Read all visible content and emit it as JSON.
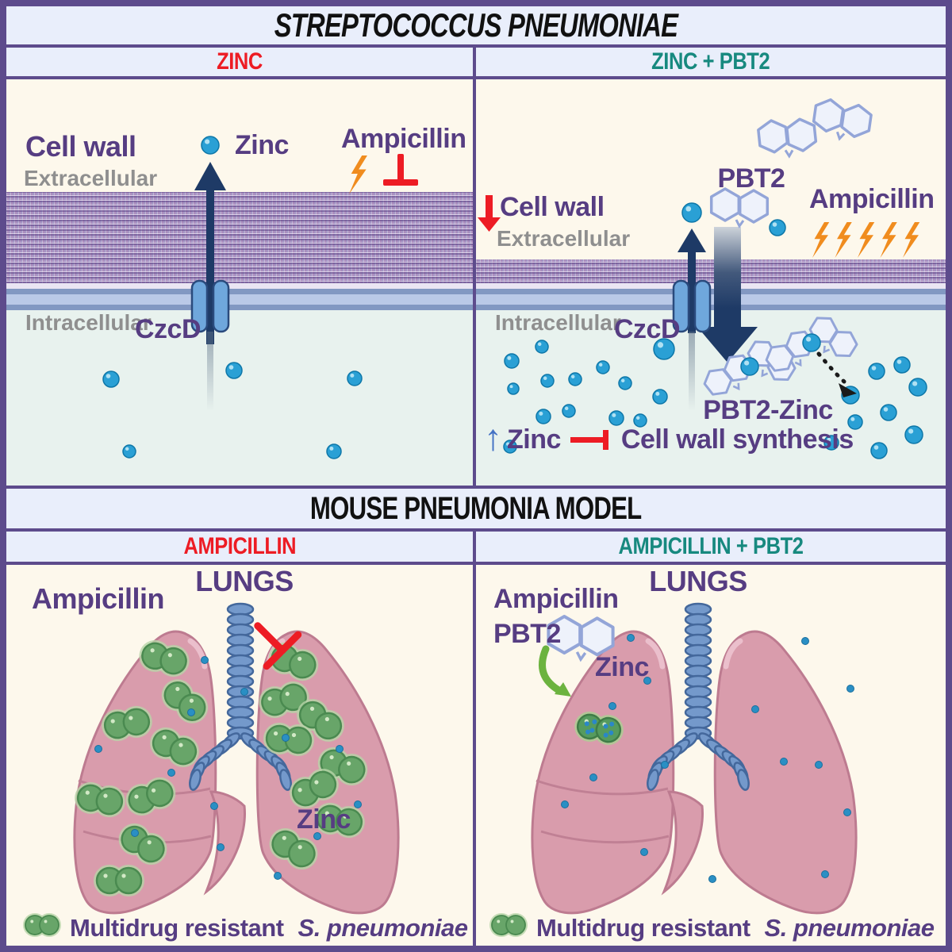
{
  "colors": {
    "border": "#5d4b8c",
    "header_bg": "#e9eefb",
    "red": "#ed1c24",
    "teal": "#17897f",
    "purple_text": "#563d82",
    "gray_text": "#8f8f8f",
    "cream": "#fdf8ec",
    "mint": "#e8f2ee",
    "navy_arrow": "#1e3a66",
    "zinc_blue": "#2aa0d5",
    "hexagon": "#93a5d8",
    "lightning_orange": "#f08c1e",
    "lung_pink": "#d99cac",
    "coccus_green": "#68a569",
    "green_arrow": "#6cb33f",
    "blue_up_arrow": "#4472c4"
  },
  "title": "STREPTOCOCCUS PNEUMONIAE",
  "middle_title": "MOUSE PNEUMONIA MODEL",
  "top": {
    "left": {
      "header": "ZINC",
      "cell_wall": "Cell wall",
      "extracellular": "Extracellular",
      "zinc": "Zinc",
      "ampicillin": "Ampicillin",
      "intracellular": "Intracellular",
      "czcd": "CzcD",
      "bolt_count": 1,
      "label_dot": [
        257,
        83,
        11
      ],
      "zinc_dots": [
        [
          132,
          378,
          10
        ],
        [
          287,
          367,
          10
        ],
        [
          439,
          377,
          9
        ],
        [
          155,
          469,
          8
        ],
        [
          413,
          469,
          9
        ]
      ]
    },
    "right": {
      "header": "ZINC + PBT2",
      "cell_wall": "Cell wall",
      "extracellular": "Extracellular",
      "pbt2": "PBT2",
      "ampicillin": "Ampicillin",
      "intracellular": "Intracellular",
      "czcd": "CzcD",
      "pbt2_zinc": "PBT2-Zinc",
      "formula_up": "↑",
      "formula_zinc": "Zinc",
      "formula_target": "Cell wall synthesis",
      "bolt_count": 5,
      "extra_dots": [
        [
          272,
          168,
          12
        ],
        [
          380,
          187,
          10
        ]
      ],
      "hexpairs": [
        [
          392,
          70,
          1,
          -6
        ],
        [
          462,
          48,
          1,
          8
        ],
        [
          332,
          158,
          1,
          0
        ]
      ],
      "complexes": [
        [
          345,
          362
        ],
        [
          423,
          332
        ]
      ],
      "zinc_dots": [
        [
          45,
          355,
          9
        ],
        [
          83,
          337,
          8
        ],
        [
          47,
          390,
          7
        ],
        [
          90,
          380,
          8
        ],
        [
          125,
          378,
          8
        ],
        [
          160,
          363,
          8
        ],
        [
          188,
          383,
          8
        ],
        [
          237,
          340,
          13
        ],
        [
          232,
          400,
          9
        ],
        [
          177,
          427,
          9
        ],
        [
          207,
          430,
          8
        ],
        [
          85,
          425,
          9
        ],
        [
          117,
          418,
          8
        ],
        [
          43,
          463,
          8
        ],
        [
          472,
          398,
          11
        ],
        [
          505,
          368,
          10
        ],
        [
          537,
          360,
          10
        ],
        [
          557,
          388,
          11
        ],
        [
          520,
          420,
          10
        ],
        [
          478,
          432,
          9
        ],
        [
          552,
          448,
          11
        ],
        [
          448,
          458,
          9
        ],
        [
          508,
          468,
          10
        ]
      ]
    }
  },
  "bottom": {
    "left": {
      "header": "AMPICILLIN",
      "lungs": "LUNGS",
      "ampicillin": "Ampicillin",
      "zinc": "Zinc",
      "cocci": [
        [
          199,
          118,
          15
        ],
        [
          225,
          172,
          40
        ],
        [
          152,
          200,
          -10
        ],
        [
          212,
          230,
          25
        ],
        [
          118,
          296,
          10
        ],
        [
          182,
          292,
          -20
        ],
        [
          172,
          352,
          30
        ],
        [
          142,
          398,
          0
        ],
        [
          362,
          122,
          20
        ],
        [
          350,
          170,
          -15
        ],
        [
          396,
          196,
          35
        ],
        [
          356,
          220,
          5
        ],
        [
          424,
          254,
          20
        ],
        [
          388,
          282,
          -25
        ],
        [
          420,
          322,
          10
        ],
        [
          362,
          358,
          30
        ]
      ],
      "zinc_dots": [
        [
          250,
          120
        ],
        [
          233,
          186
        ],
        [
          116,
          232
        ],
        [
          208,
          262
        ],
        [
          262,
          304
        ],
        [
          270,
          356
        ],
        [
          162,
          338
        ],
        [
          352,
          218
        ],
        [
          420,
          232
        ],
        [
          392,
          342
        ],
        [
          443,
          302
        ],
        [
          342,
          392
        ],
        [
          300,
          160
        ]
      ]
    },
    "right": {
      "header": "AMPICILLIN + PBT2",
      "lungs": "LUNGS",
      "ampicillin": "Ampicillin",
      "pbt2": "PBT2",
      "zinc": "Zinc",
      "hexpair": [
        132,
        88,
        1.15,
        0
      ],
      "cocci_dying": [
        [
          155,
          206,
          10
        ]
      ],
      "zinc_dots": [
        [
          195,
          92
        ],
        [
          172,
          178
        ],
        [
          148,
          268
        ],
        [
          112,
          302
        ],
        [
          238,
          252
        ],
        [
          216,
          146
        ],
        [
          212,
          362
        ],
        [
          298,
          396
        ],
        [
          352,
          182
        ],
        [
          388,
          248
        ],
        [
          432,
          252
        ],
        [
          468,
          312
        ],
        [
          440,
          390
        ],
        [
          472,
          156
        ],
        [
          415,
          96
        ]
      ]
    },
    "legend": {
      "prefix": "Multidrug resistant",
      "species": "S. pneumoniae"
    }
  }
}
